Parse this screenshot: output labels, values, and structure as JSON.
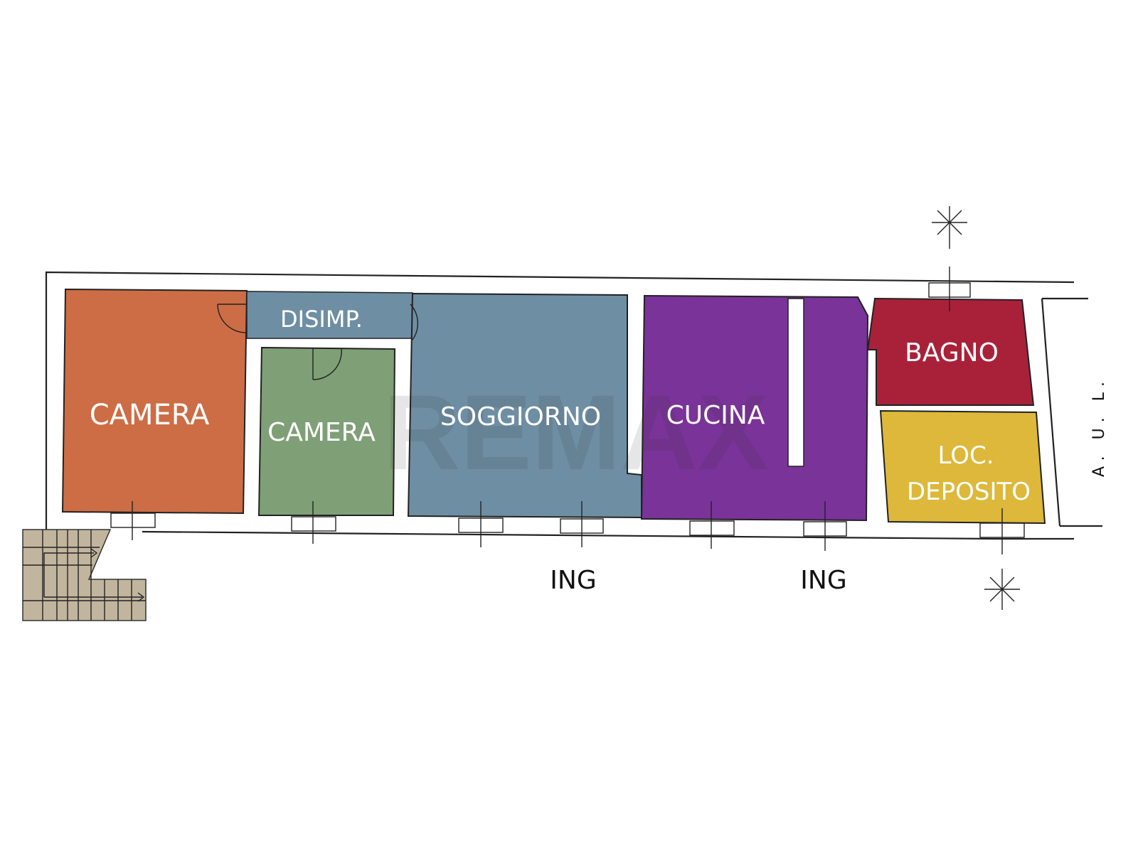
{
  "floorplan": {
    "rooms": [
      {
        "id": "camera-1",
        "label": "CAMERA",
        "color": "#CD6D45"
      },
      {
        "id": "camera-2",
        "label": "CAMERA",
        "color": "#7F9F77"
      },
      {
        "id": "disimpegno",
        "label": "DISIMP.",
        "color": "#6E8EA3"
      },
      {
        "id": "soggiorno",
        "label": "SOGGIORNO",
        "color": "#6E8EA3"
      },
      {
        "id": "cucina",
        "label": "CUCINA",
        "color": "#7A3399"
      },
      {
        "id": "bagno",
        "label": "BAGNO",
        "color": "#A92139"
      },
      {
        "id": "deposito",
        "label_line1": "LOC.",
        "label_line2": "DEPOSITO",
        "color": "#DDB83A"
      }
    ],
    "entrances": [
      {
        "id": "ing-1",
        "label": "ING"
      },
      {
        "id": "ing-2",
        "label": "ING"
      }
    ],
    "side_label": "A. U. L.",
    "stair_color": "#C2B59E",
    "watermark": "REMAX"
  }
}
